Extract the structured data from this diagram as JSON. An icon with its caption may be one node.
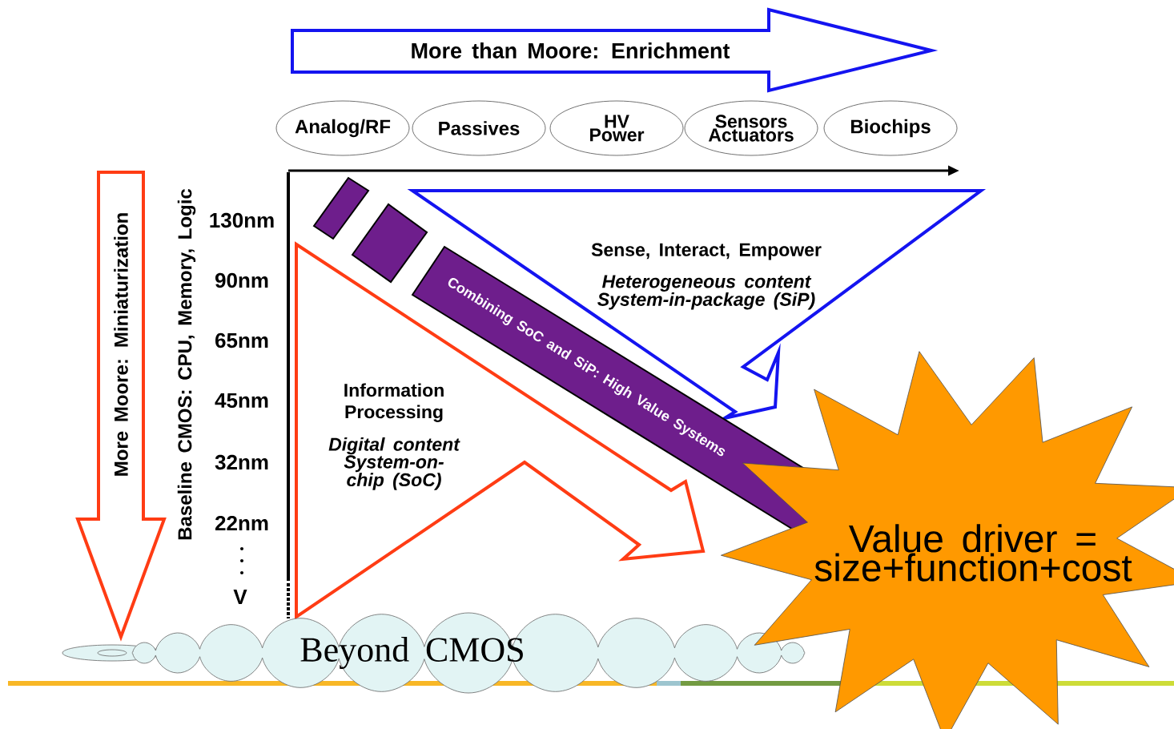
{
  "diagram": {
    "nodes": [
      {
        "text": [
          "More than Moore:  Enrichment"
        ]
      },
      {
        "text": [
          "Analog/RF"
        ]
      },
      {
        "text": [
          "Passives"
        ]
      },
      {
        "text": [
          "HV Power"
        ]
      },
      {
        "text": [
          "Sensors Actuators"
        ]
      },
      {
        "text": [
          "Biochips"
        ]
      },
      {
        "text": [
          "More Moore:  Miniaturization"
        ]
      },
      {
        "text": [
          "Sense, Interact, Empower",
          "Heterogeneous content System-in-package (SiP)"
        ]
      },
      {
        "text": [
          "Information Processing",
          "Digital content System-on-chip (SoC)"
        ]
      },
      {
        "text": [
          "Combining SoC and SiP:  High Value Systems"
        ]
      },
      {
        "text": [
          "Beyond CMOS"
        ]
      },
      {
        "text": [
          "Value driver = size+function+cost"
        ]
      }
    ],
    "labels": [
      "Baseline CMOS:  CPU, Memory, Logic",
      "130nm",
      "90nm",
      "65nm",
      "45nm",
      "32nm",
      "22nm",
      "V"
    ]
  }
}
